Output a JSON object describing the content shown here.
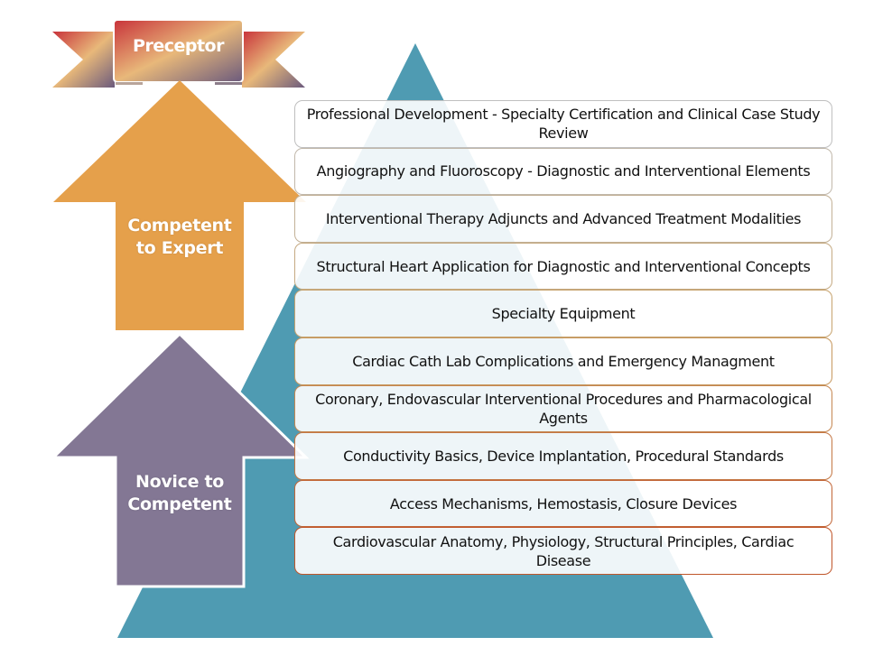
{
  "ribbon": {
    "title": "Preceptor"
  },
  "arrows": [
    {
      "id": "competent-to-expert",
      "label_lines": [
        "Competent",
        "to Expert"
      ],
      "color": "#e5a04b"
    },
    {
      "id": "novice-to-competent",
      "label_lines": [
        "Novice to",
        "Competent"
      ],
      "color": "#837794"
    }
  ],
  "colors": {
    "pyramid": "#4f9bb2",
    "ribbon_gradient": [
      "#c8323a",
      "#e8b87a",
      "#6b5a7d"
    ],
    "level_border_gradient": [
      "#bfbfbf",
      "#c8a064",
      "#c0562a"
    ]
  },
  "levels": [
    "Professional Development - Specialty Certification and Clinical Case Study Review",
    "Angiography and Fluoroscopy - Diagnostic and Interventional Elements",
    "Interventional Therapy Adjuncts and Advanced Treatment Modalities",
    "Structural Heart Application for Diagnostic and Interventional Concepts",
    "Specialty Equipment",
    "Cardiac Cath Lab Complications and Emergency Managment",
    "Coronary, Endovascular Interventional Procedures and Pharmacological Agents",
    "Conductivity Basics, Device Implantation, Procedural Standards",
    "Access Mechanisms, Hemostasis, Closure Devices",
    "Cardiovascular Anatomy, Physiology, Structural Principles, Cardiac Disease"
  ]
}
